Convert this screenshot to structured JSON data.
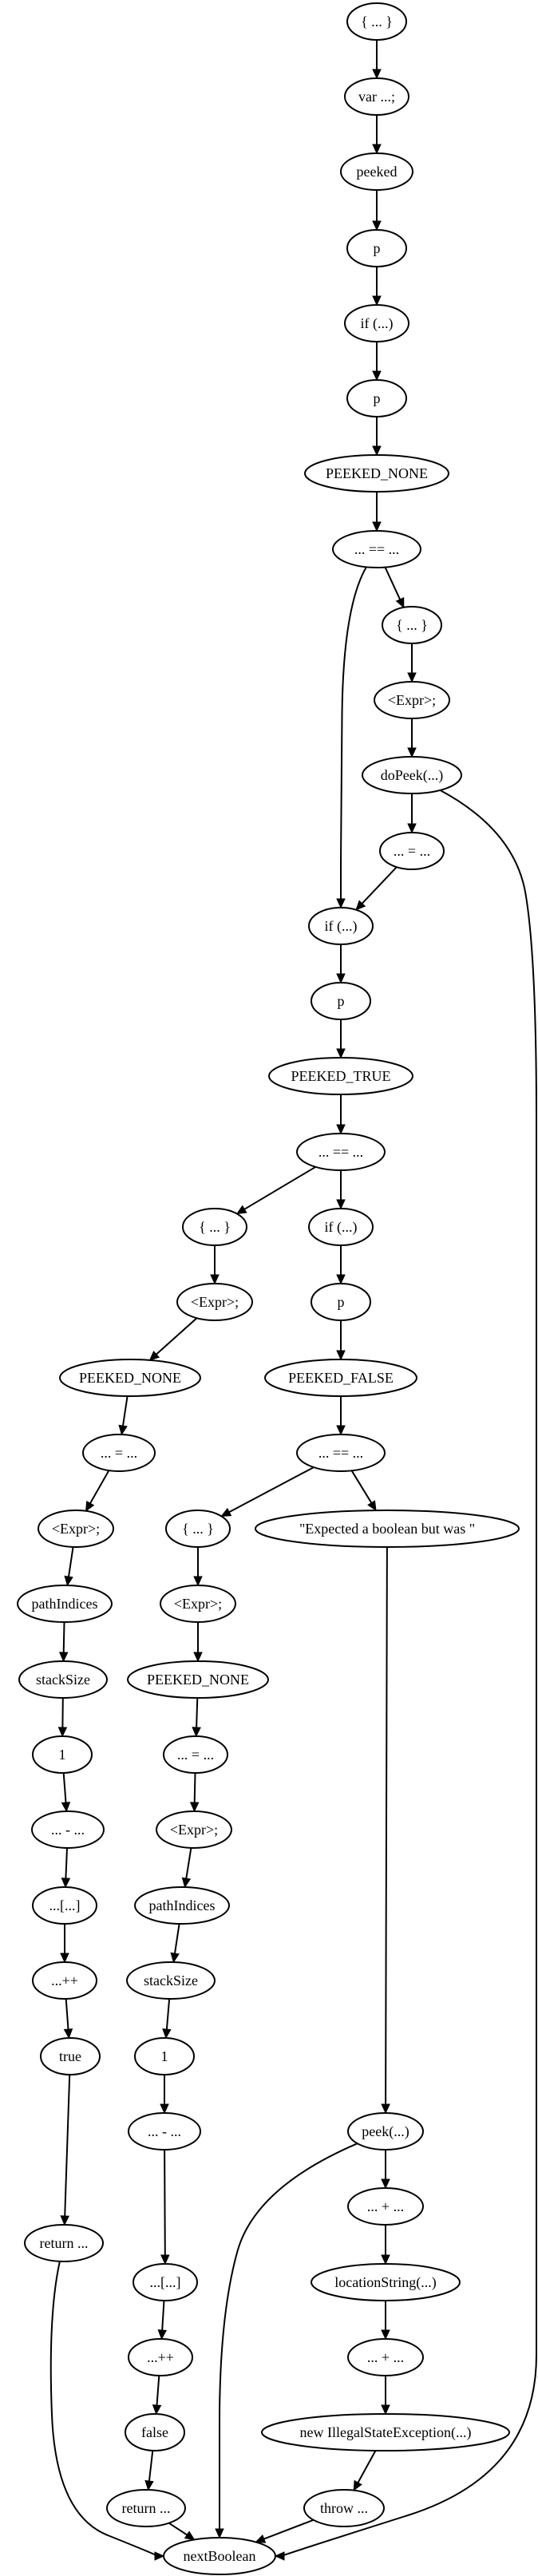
{
  "nodes": {
    "n1": "{ ... }",
    "n2": "var ...;",
    "n3": "peeked",
    "n4": "p",
    "n5": "if (...)",
    "n6": "p",
    "n7": "PEEKED_NONE",
    "n8": "... == ...",
    "n9": "{ ... }",
    "n10": "<Expr>;",
    "n11": "doPeek(...)",
    "n12": "... = ...",
    "n13": "if (...)",
    "n14": "p",
    "n15": "PEEKED_TRUE",
    "n16": "... == ...",
    "n17": "{ ... }",
    "n18": "if (...)",
    "n19": "<Expr>;",
    "n20": "p",
    "n21": "PEEKED_NONE",
    "n22": "PEEKED_FALSE",
    "n23": "... = ...",
    "n24": "... == ...",
    "n25": "<Expr>;",
    "n26": "{ ... }",
    "n27": "\"Expected a boolean but was \"",
    "n28": "pathIndices",
    "n29": "<Expr>;",
    "n30": "stackSize",
    "n31": "PEEKED_NONE",
    "n32": "1",
    "n33": "... = ...",
    "n34": "... - ...",
    "n35": "<Expr>;",
    "n36": "...[...]",
    "n37": "pathIndices",
    "n38": "...++",
    "n39": "stackSize",
    "n40": "true",
    "n41": "1",
    "n42": "peek(...)",
    "n43": "... - ...",
    "n44": "... + ...",
    "n45": "return ...",
    "n46": "...[...]",
    "n47": "locationString(...)",
    "n48": "...++",
    "n49": "... + ...",
    "n50": "false",
    "n51": "new IllegalStateException(...)",
    "n52": "return ...",
    "n53": "throw ...",
    "n54": "nextBoolean"
  }
}
